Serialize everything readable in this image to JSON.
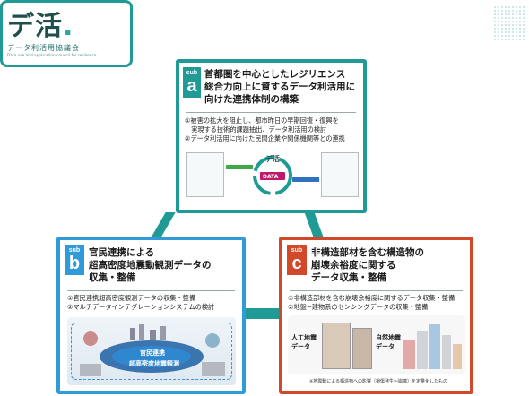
{
  "logo": {
    "mark": "デ活",
    "dot": ".",
    "name_ja": "データ利活用協議会",
    "name_en": "Data use and application council for resilience"
  },
  "panel_a": {
    "sub": "sub",
    "letter": "a",
    "title_lines": [
      "首都圏を中心としたレジリエンス",
      "総合力向上に資するデータ利活用に",
      "向けた連携体制の構築"
    ],
    "items": [
      "①被害の拡大を阻止し、都市昨日の早期回復・復興を",
      "　実現する技術的課題抽出、データ利活用の検討",
      "②データ利活用に向けた民間企業や関係機関等との連携"
    ],
    "diagram_center": "DATA",
    "diagram_logo": "デ活"
  },
  "panel_b": {
    "sub": "sub",
    "letter": "b",
    "title_lines": [
      "官民連携による",
      "超高密度地震動観測データの",
      "収集・整備"
    ],
    "items": [
      "①官民連携超高密度観測データの収集・整備",
      "②マルチデータインテグレーションシステムの検討"
    ],
    "figure_label_1": "官民連携",
    "figure_label_2": "超高密度地震観測"
  },
  "panel_c": {
    "sub": "sub",
    "letter": "c",
    "title_lines": [
      "非構造部材を含む構造物の",
      "崩壊余裕度に関する",
      "データ収集・整備"
    ],
    "items": [
      "①非構造部材を含む崩壊余裕度に関するデータ収集・整備",
      "②地盤−建物系のセンシングデータの収集・整備"
    ],
    "figure_left": "人工地震\nデータ",
    "figure_right": "自然地震\nデータ",
    "footnote": "※地震動による構造物への影響（損傷発生〜崩壊）を定量化したもの"
  },
  "colors": {
    "teal": "#1f9a95",
    "blue": "#2f9bd8",
    "red": "#d2492a"
  }
}
